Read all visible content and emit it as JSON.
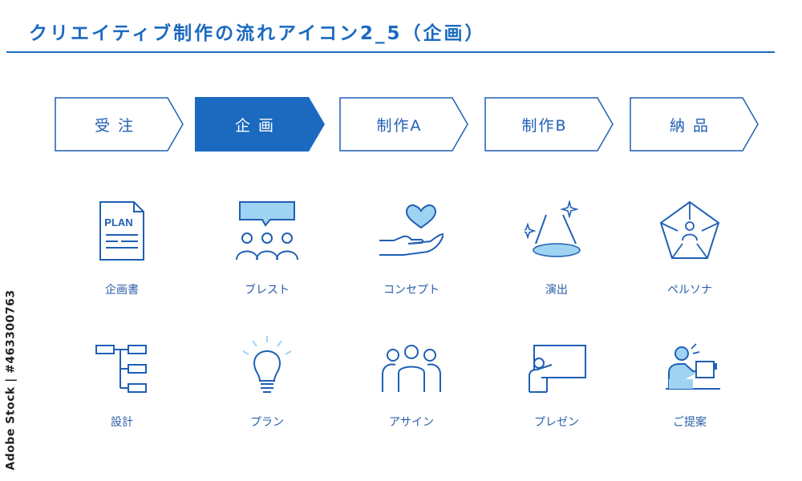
{
  "header": {
    "title": "クリエイティブ制作の流れアイコン2_5（企画）"
  },
  "flow": {
    "steps": [
      {
        "label": "受 注",
        "active": false
      },
      {
        "label": "企 画",
        "active": true
      },
      {
        "label": "制作A",
        "active": false
      },
      {
        "label": "制作B",
        "active": false
      },
      {
        "label": "納 品",
        "active": false
      }
    ]
  },
  "icons": {
    "row1": [
      {
        "label": "企画書",
        "icon": "plan-document-icon",
        "text": "PLAN"
      },
      {
        "label": "ブレスト",
        "icon": "brainstorm-icon"
      },
      {
        "label": "コンセプト",
        "icon": "heart-in-hand-icon"
      },
      {
        "label": "演出",
        "icon": "spotlight-icon"
      },
      {
        "label": "ペルソナ",
        "icon": "persona-pentagon-icon"
      }
    ],
    "row2": [
      {
        "label": "設計",
        "icon": "structure-tree-icon"
      },
      {
        "label": "プラン",
        "icon": "lightbulb-icon"
      },
      {
        "label": "アサイン",
        "icon": "team-icon"
      },
      {
        "label": "プレゼン",
        "icon": "presentation-board-icon"
      },
      {
        "label": "ご提案",
        "icon": "proposal-desk-icon"
      }
    ]
  },
  "watermark": {
    "stock_id": "Adobe Stock | #463300763"
  },
  "colors": {
    "primary": "#1b6ac0",
    "light": "#9fd3f2",
    "line": "#1f5fb5"
  }
}
